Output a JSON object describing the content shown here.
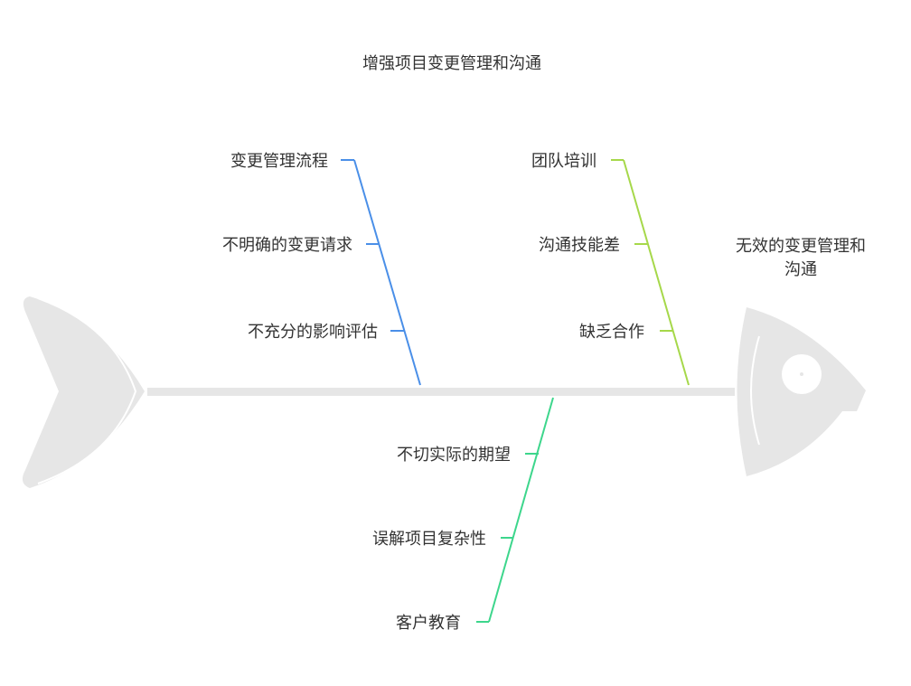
{
  "title": "增强项目变更管理和沟通",
  "effect": {
    "line1": "无效的变更管理和",
    "line2": "沟通"
  },
  "colors": {
    "spine": "#e6e6e6",
    "branch_blue": "#4a8fe8",
    "branch_lime": "#a6d84a",
    "branch_green": "#3dd68c"
  },
  "categories": [
    {
      "causes": [
        "变更管理流程",
        "不明确的变更请求",
        "不充分的影响评估"
      ]
    },
    {
      "causes": [
        "团队培训",
        "沟通技能差",
        "缺乏合作"
      ]
    },
    {
      "causes": [
        "不切实际的期望",
        "误解项目复杂性",
        "客户教育"
      ]
    }
  ]
}
